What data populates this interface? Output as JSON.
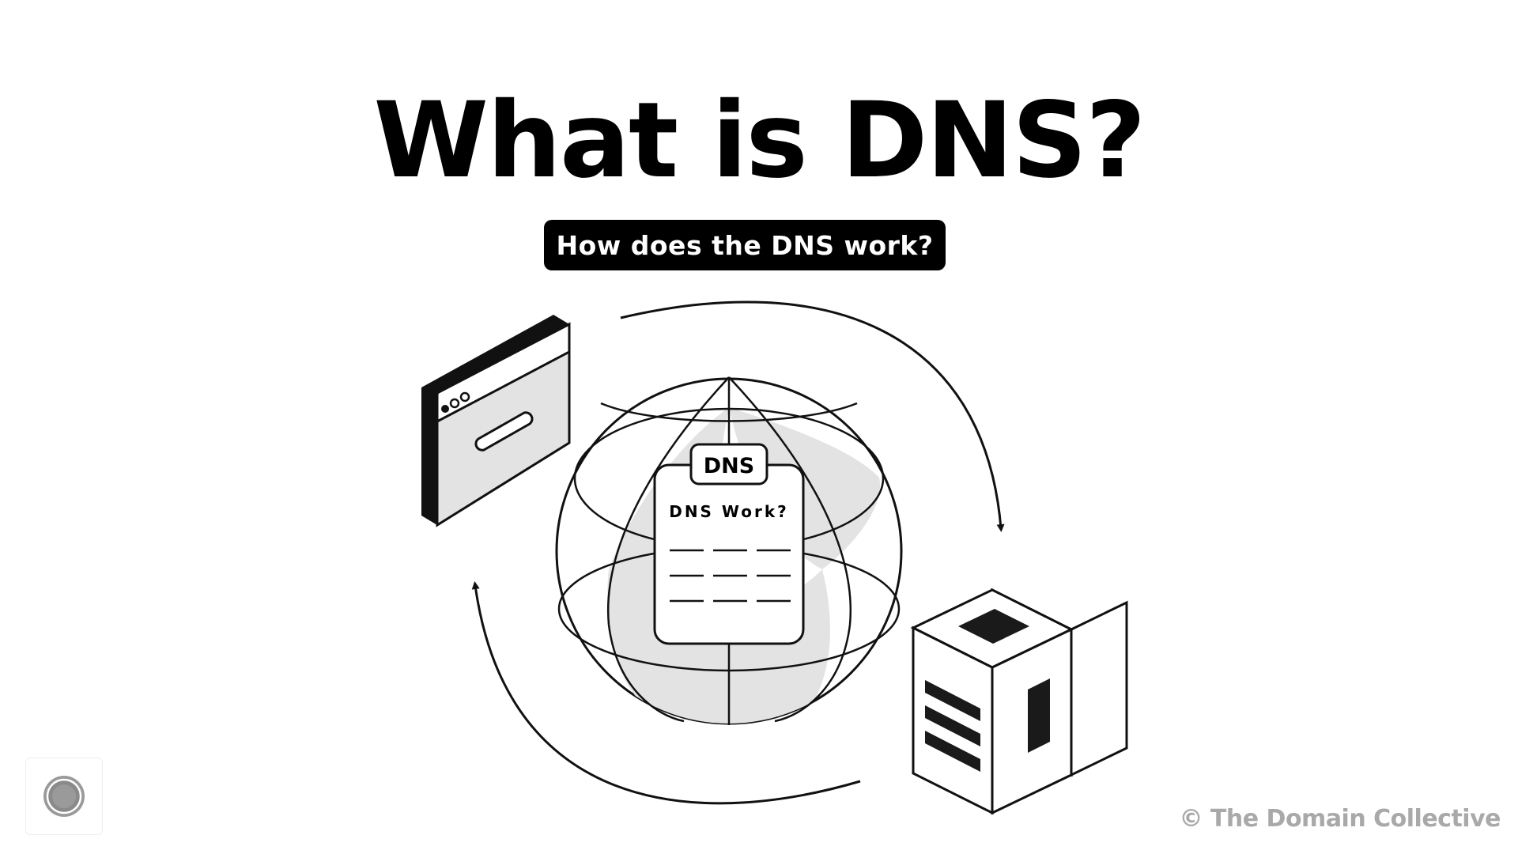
{
  "title": "What is DNS?",
  "subtitle": "How does the DNS work?",
  "document": {
    "tab_label": "DNS",
    "heading": "DNS Work?"
  },
  "credit": "© The Domain Collective",
  "icons": {
    "browser": "browser-window-icon",
    "globe": "globe-icon",
    "document": "dns-document-icon",
    "server": "server-icon",
    "logo": "badge-logo-icon"
  },
  "colors": {
    "ink": "#000000",
    "fill": "#e3e3e3",
    "credit": "#a9a9a9",
    "background": "#ffffff"
  }
}
